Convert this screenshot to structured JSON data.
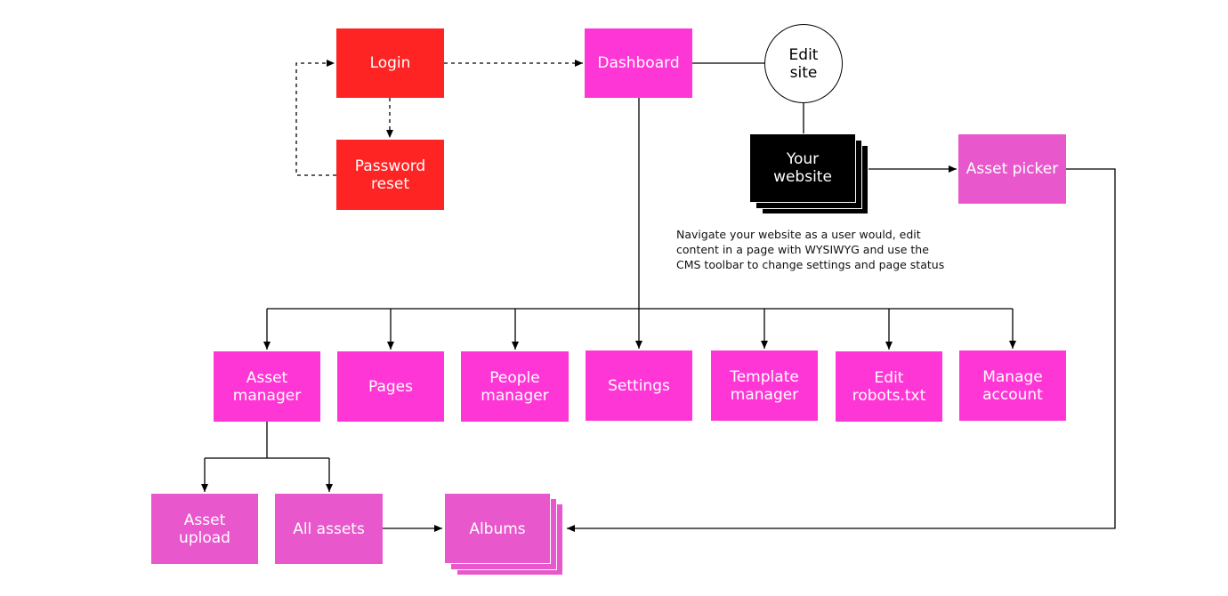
{
  "nodes": {
    "login": "Login",
    "password_reset": "Password\nreset",
    "dashboard": "Dashboard",
    "edit_site": "Edit\nsite",
    "your_website": "Your\nwebsite",
    "asset_picker": "Asset picker",
    "asset_manager": "Asset\nmanager",
    "pages": "Pages",
    "people_manager": "People\nmanager",
    "settings": "Settings",
    "template_manager": "Template\nmanager",
    "edit_robots": "Edit\nrobots.txt",
    "manage_account": "Manage\naccount",
    "asset_upload": "Asset\nupload",
    "all_assets": "All assets",
    "albums": "Albums"
  },
  "annotation": "Navigate your website as a user would, edit\ncontent in a page with WYSIWYG and use the\nCMS toolbar to change settings and page status",
  "colors": {
    "red": "#ff2424",
    "pink": "#ff36d6",
    "pink_light": "#e858cc",
    "black": "#000000",
    "line": "#000000"
  }
}
